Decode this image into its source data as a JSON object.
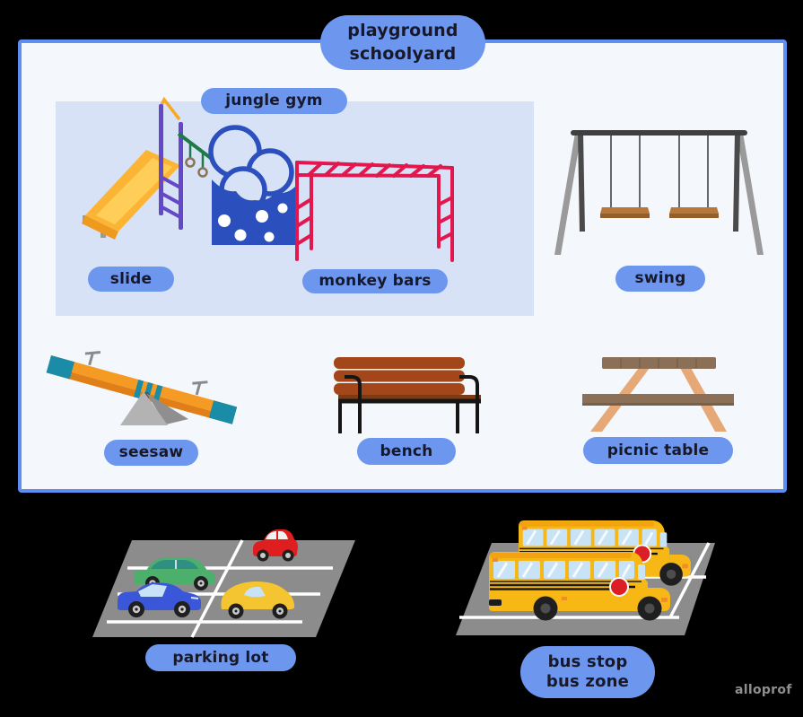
{
  "scene": {
    "title": {
      "line1": "playground",
      "line2": "schoolyard"
    },
    "watermark": "alloprof"
  },
  "labels": {
    "jungle_gym": "jungle gym",
    "slide": "slide",
    "monkey_bars": "monkey bars",
    "swing": "swing",
    "seesaw": "seesaw",
    "bench": "bench",
    "picnic_table": "picnic table",
    "parking_lot": "parking lot",
    "bus_stop": {
      "line1": "bus stop",
      "line2": "bus zone"
    }
  },
  "colors": {
    "page_bg": "#000000",
    "accent_blue": "#6D97EF",
    "border_blue": "#5D8FF0",
    "board_bg": "#F4F7FC",
    "gym_bg": "#D8E2F6",
    "text_dark": "#18182B",
    "watermark_gray": "#8F8F8F",
    "slide_yellow": "#FBB433",
    "ladder_purple": "#6548C8",
    "bar_green": "#1E7A46",
    "wall_blue": "#2B50BD",
    "monkey_red": "#E2174D",
    "swing_dark": "#3F3F3F",
    "seat_brown": "#B5773A",
    "seesaw_orange": "#F59A23",
    "seesaw_teal": "#1A8CA8",
    "bench_brown": "#A3471A",
    "table_brown": "#8B6F56",
    "table_tan": "#E5A876",
    "lot_gray": "#8C8C8C",
    "car_red": "#DF1F1F",
    "car_green": "#4CAF6B",
    "car_blue": "#3A57D9",
    "car_yellow": "#F5C531",
    "bus_yellow": "#F7B815",
    "stop_red": "#DC1F26"
  }
}
